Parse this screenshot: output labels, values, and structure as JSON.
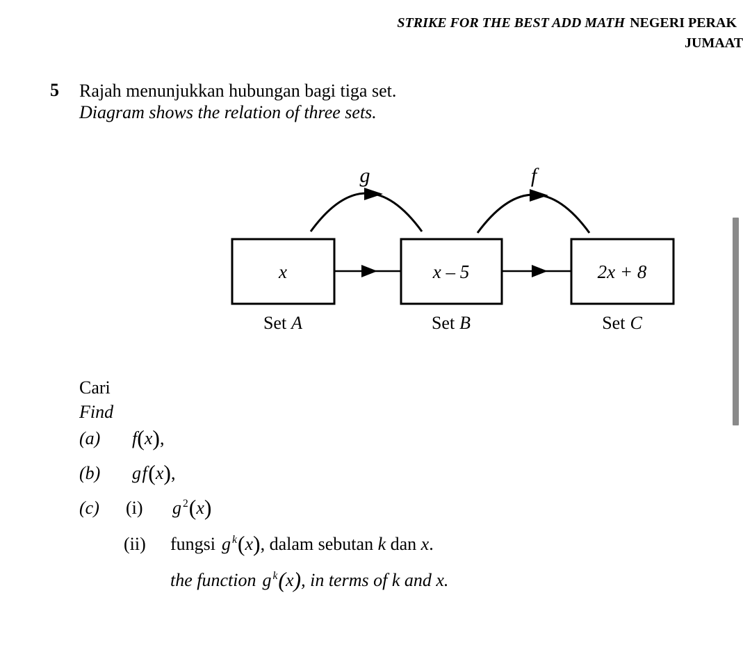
{
  "header": {
    "title_italic": "STRIKE FOR THE BEST ADD MATH",
    "title_bold": "NEGERI PERAK",
    "line2": "JUMAAT"
  },
  "question": {
    "number": "5",
    "malay": "Rajah menunjukkan hubungan bagi tiga set.",
    "english": "Diagram shows the relation of three sets."
  },
  "diagram": {
    "function_labels": {
      "g": "g",
      "f": "f"
    },
    "boxes": [
      {
        "value": "x",
        "set_word": "Set",
        "set_letter": "A"
      },
      {
        "value": "x – 5",
        "set_word": "Set",
        "set_letter": "B"
      },
      {
        "value": "2x + 8",
        "set_word": "Set",
        "set_letter": "C"
      }
    ]
  },
  "tasks": {
    "cari": "Cari",
    "find": "Find",
    "items": {
      "a": {
        "marker": "(a)",
        "expr": {
          "base": "f",
          "open": "(",
          "arg": "x",
          "close": ")"
        },
        "suffix": ","
      },
      "b": {
        "marker": "(b)",
        "expr": {
          "base": "gf",
          "open": "(",
          "arg": "x",
          "close": ")"
        },
        "suffix": ","
      },
      "c": {
        "marker": "(c)"
      },
      "c_i": {
        "marker": "(i)",
        "expr": {
          "base": "g",
          "sup": "2",
          "open": "(",
          "arg": "x",
          "close": ")"
        }
      },
      "c_ii": {
        "marker": "(ii)",
        "malay_prefix": "fungsi",
        "expr": {
          "base": "g",
          "sup": "k",
          "open": "(",
          "arg": "x",
          "close": ")"
        },
        "malay_after": ", dalam sebutan ",
        "malay_k": "k",
        "malay_dan": " dan ",
        "malay_x": "x",
        "malay_end": ".",
        "english_prefix": "the function",
        "english_suffix": ", in terms of k and x."
      }
    }
  }
}
